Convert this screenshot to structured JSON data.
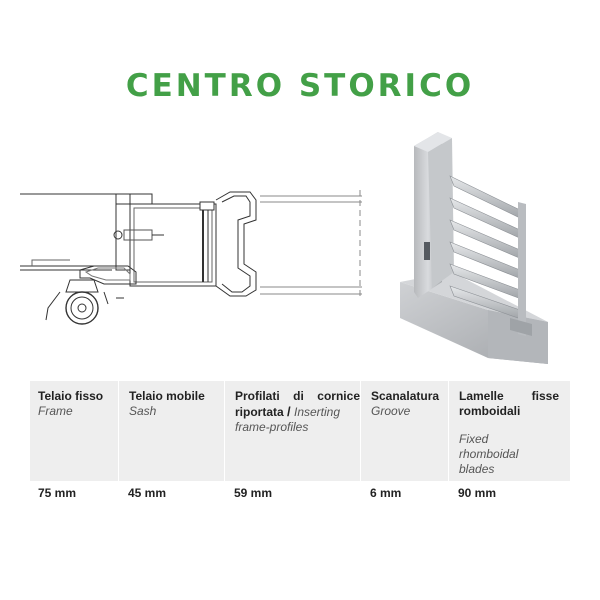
{
  "title": "CENTRO STORICO",
  "images": {
    "section_drawing": "technical-section-drawing",
    "render": "louvre-shutter-3d-render"
  },
  "specs": [
    {
      "label": "Telaio fisso",
      "english": "Frame",
      "value": "75 mm"
    },
    {
      "label": "Telaio mobile",
      "english": "Sash",
      "value": "45 mm"
    },
    {
      "label": "Profilati di cornice riportata",
      "separator": "/",
      "english_inline": "Inserting",
      "english": "frame-profiles",
      "value": "59 mm"
    },
    {
      "label": "Scanalatura",
      "english": "Groove",
      "value": "6 mm"
    },
    {
      "label": "Lamelle fisse romboidali",
      "english": "Fixed rhomboidal blades",
      "value": "90 mm"
    }
  ],
  "colors": {
    "title": "#43a047",
    "table_bg": "#eeeeee"
  }
}
